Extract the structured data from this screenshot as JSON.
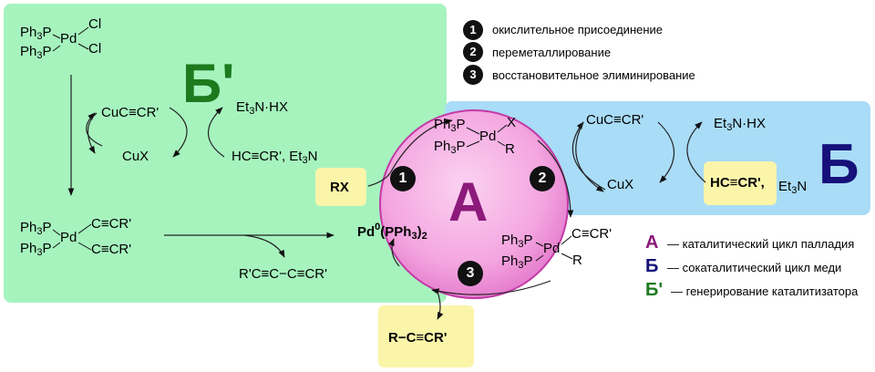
{
  "steps": [
    {
      "num": "1",
      "label": "окислительное присоединение"
    },
    {
      "num": "2",
      "label": "переметаллирование"
    },
    {
      "num": "3",
      "label": "восстановительное элиминирование"
    }
  ],
  "cycles": {
    "A": {
      "letter": "А",
      "legend": "— каталитический цикл палладия",
      "color": "#8b1a7a"
    },
    "B": {
      "letter": "Б",
      "legend": "— сокаталитический цикл меди",
      "color": "#15107a"
    },
    "B_prime": {
      "letter": "Б'",
      "legend": "— генерирование каталитизатора",
      "color": "#1d7a1d"
    }
  },
  "chem": {
    "ph3p": "Ph",
    "ph3p_sub": "3",
    "ph3p_p": "P",
    "pd": "Pd",
    "cl": "Cl",
    "x": "X",
    "r": "R",
    "cuc_ccr": "CuC≡CR'",
    "cux": "CuX",
    "et3n_hx_pre": "Et",
    "et3n_hx_sub": "3",
    "et3n_hx_post": "N·HX",
    "hc_ccr": "HC≡CR'",
    "et3n_pre": "Et",
    "et3n_sub": "3",
    "et3n_post": "N",
    "comma": ",",
    "ccr": "C≡CR'",
    "rx": "RX",
    "pd0_pre": "Pd",
    "pd0_sup": "0",
    "pd0_mid": "(PPh",
    "pd0_sub": "3",
    "pd0_post": ")",
    "pd0_sub2": "2",
    "diyne": "R'C≡C−C≡CR'",
    "product": "R−C≡CR'"
  },
  "colors": {
    "panel_green": "#a6f3be",
    "panel_blue": "#a9dcf7",
    "highlight_yellow": "#fbf5aa",
    "circle_pink": "#f4a6e0"
  }
}
